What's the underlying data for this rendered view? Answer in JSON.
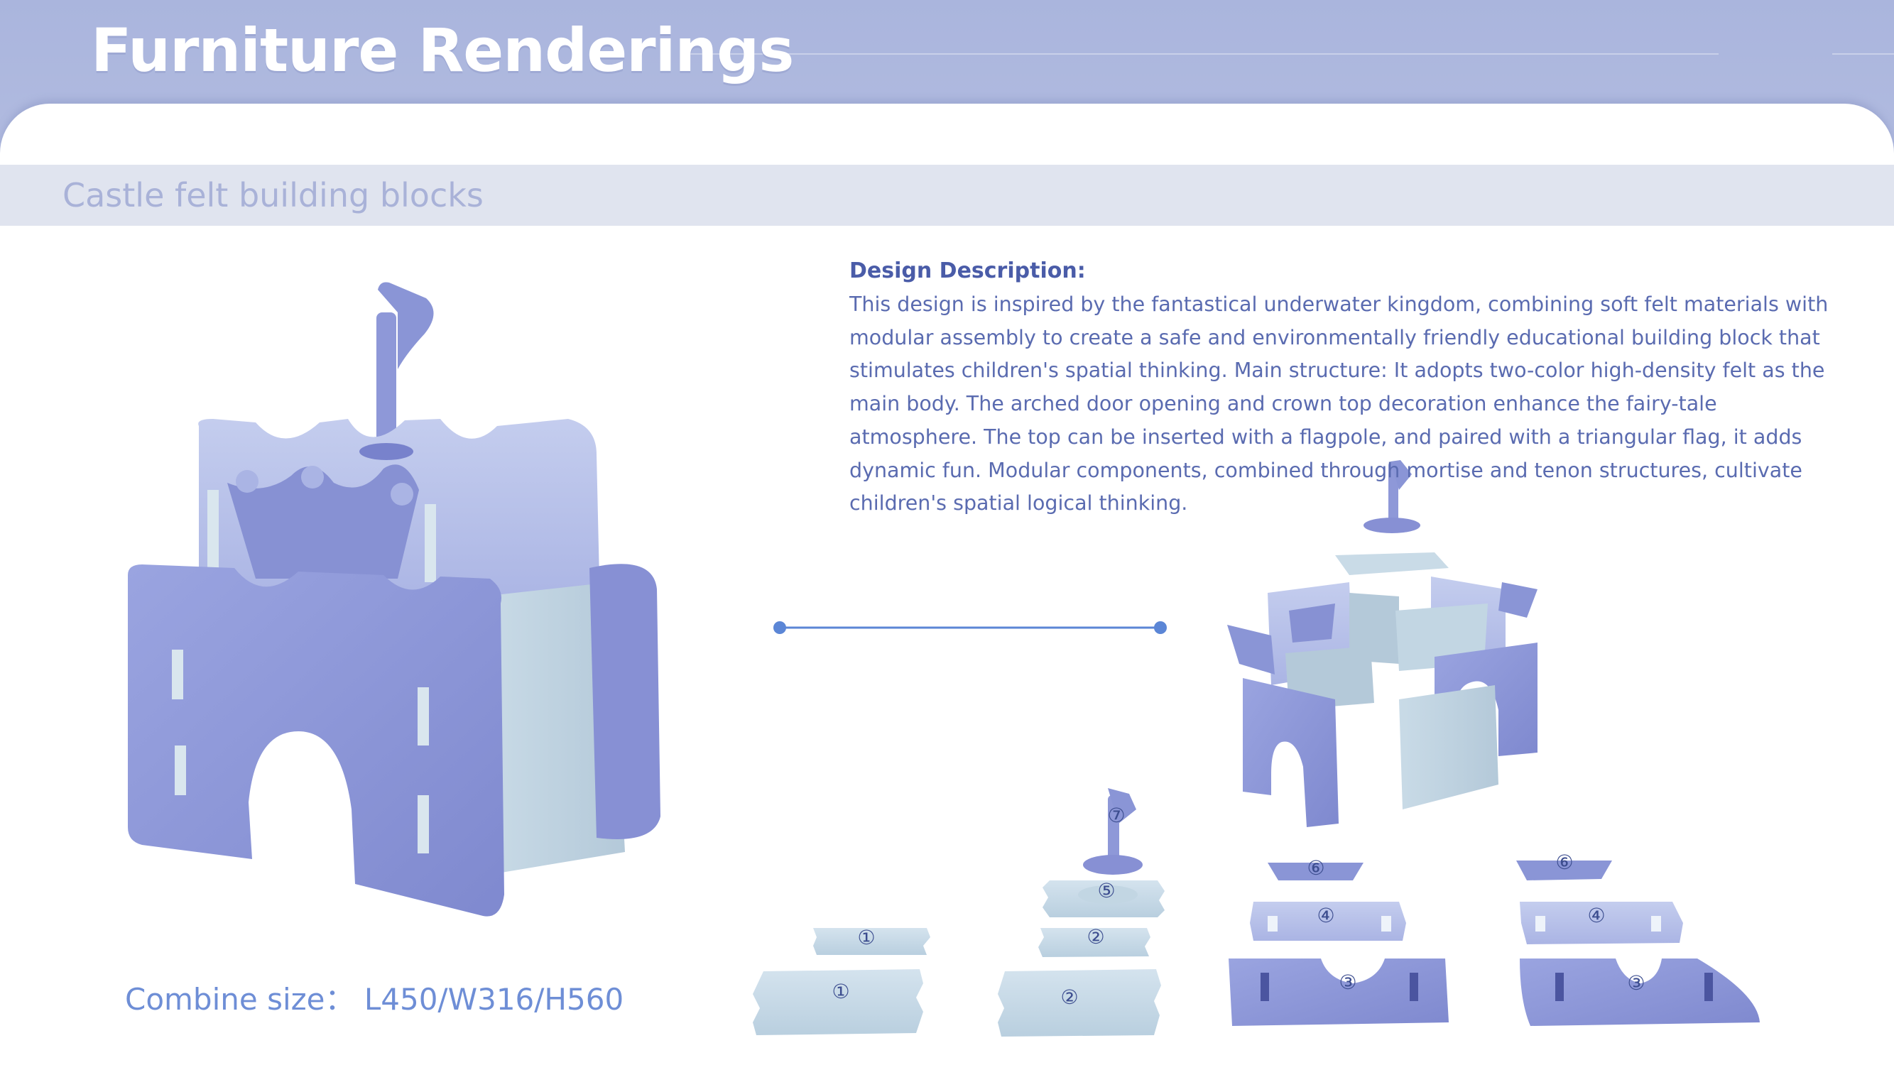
{
  "header": {
    "title": "Furniture Renderings"
  },
  "section": {
    "subtitle": "Castle felt building blocks"
  },
  "description": {
    "heading": "Design Description:",
    "body": "This design is inspired by the fantastical underwater kingdom, combining soft felt materials with modular assembly to create a safe and environmentally friendly educational building block that stimulates children's spatial thinking. Main structure: It adopts two-color high-density felt as the main body. The arched door opening and crown top decoration enhance the fairy-tale atmosphere. The top can be inserted with a flagpole, and paired with a triangular flag, it adds dynamic fun. Modular components, combined through mortise and tenon structures, cultivate children's spatial logical thinking."
  },
  "combine_size": "Combine size： L450/W316/H560",
  "part_labels": {
    "p1": "①",
    "p2": "②",
    "p3": "③",
    "p4": "④",
    "p5": "⑤",
    "p6": "⑥",
    "p7": "⑦"
  },
  "colors": {
    "header": "#aab5dd",
    "felt_purple": "#8e98d8",
    "felt_light": "#c5d9e8",
    "accent_line": "#5b86d6",
    "text_blue": "#5a6bb0"
  }
}
